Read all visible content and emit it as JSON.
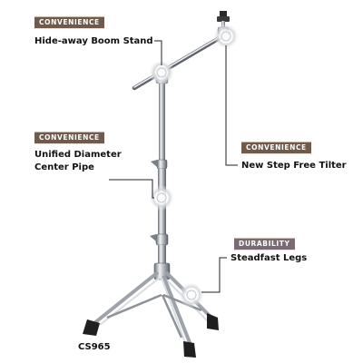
{
  "badges": {
    "boom": "CONVENIENCE",
    "pipe": "CONVENIENCE",
    "tilter": "CONVENIENCE",
    "legs": "DURABILITY"
  },
  "features": {
    "boom": "Hide-away Boom Stand",
    "pipe_line1": "Unified Diameter",
    "pipe_line2": "Center Pipe",
    "tilter": "New Step Free Tilter",
    "legs": "Steadfast Legs"
  },
  "model": "CS965",
  "colors": {
    "convenience_badge": "#6f5a4c",
    "durability_badge": "#7a6a73",
    "text": "#111111",
    "chrome": "#b8bcc2"
  }
}
